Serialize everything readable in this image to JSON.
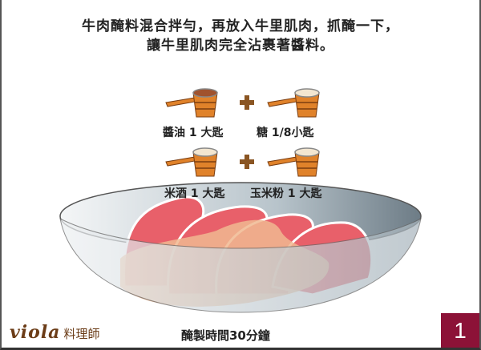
{
  "instructions": {
    "line1": "牛肉醃料混合拌勻，再放入牛里肌肉，抓醃一下，",
    "line2": "讓牛里肌肉完全沾裹著醬料。"
  },
  "ingredients": [
    {
      "label": "醬油 1 大匙",
      "icon": "measuring-cup-soy-sauce",
      "fill": "#a0522d"
    },
    {
      "label": "糖 1/8小匙",
      "icon": "measuring-cup-sugar",
      "fill": "#f3e6d0"
    },
    {
      "label": "米酒 1 大匙",
      "icon": "measuring-cup-rice-wine",
      "fill": "#f3e6d0"
    },
    {
      "label": "玉米粉 1 大匙",
      "icon": "measuring-cup-cornstarch",
      "fill": "#f3e6d0"
    }
  ],
  "footer": {
    "brand_en": "viola",
    "brand_zh": "料理師",
    "marinate_time": "醃製時間30分鐘",
    "page_number": "1"
  },
  "colors": {
    "accent": "#8c1237",
    "brand": "#6b3c17",
    "cup": "#e0822a",
    "meat": "#e8606a"
  }
}
